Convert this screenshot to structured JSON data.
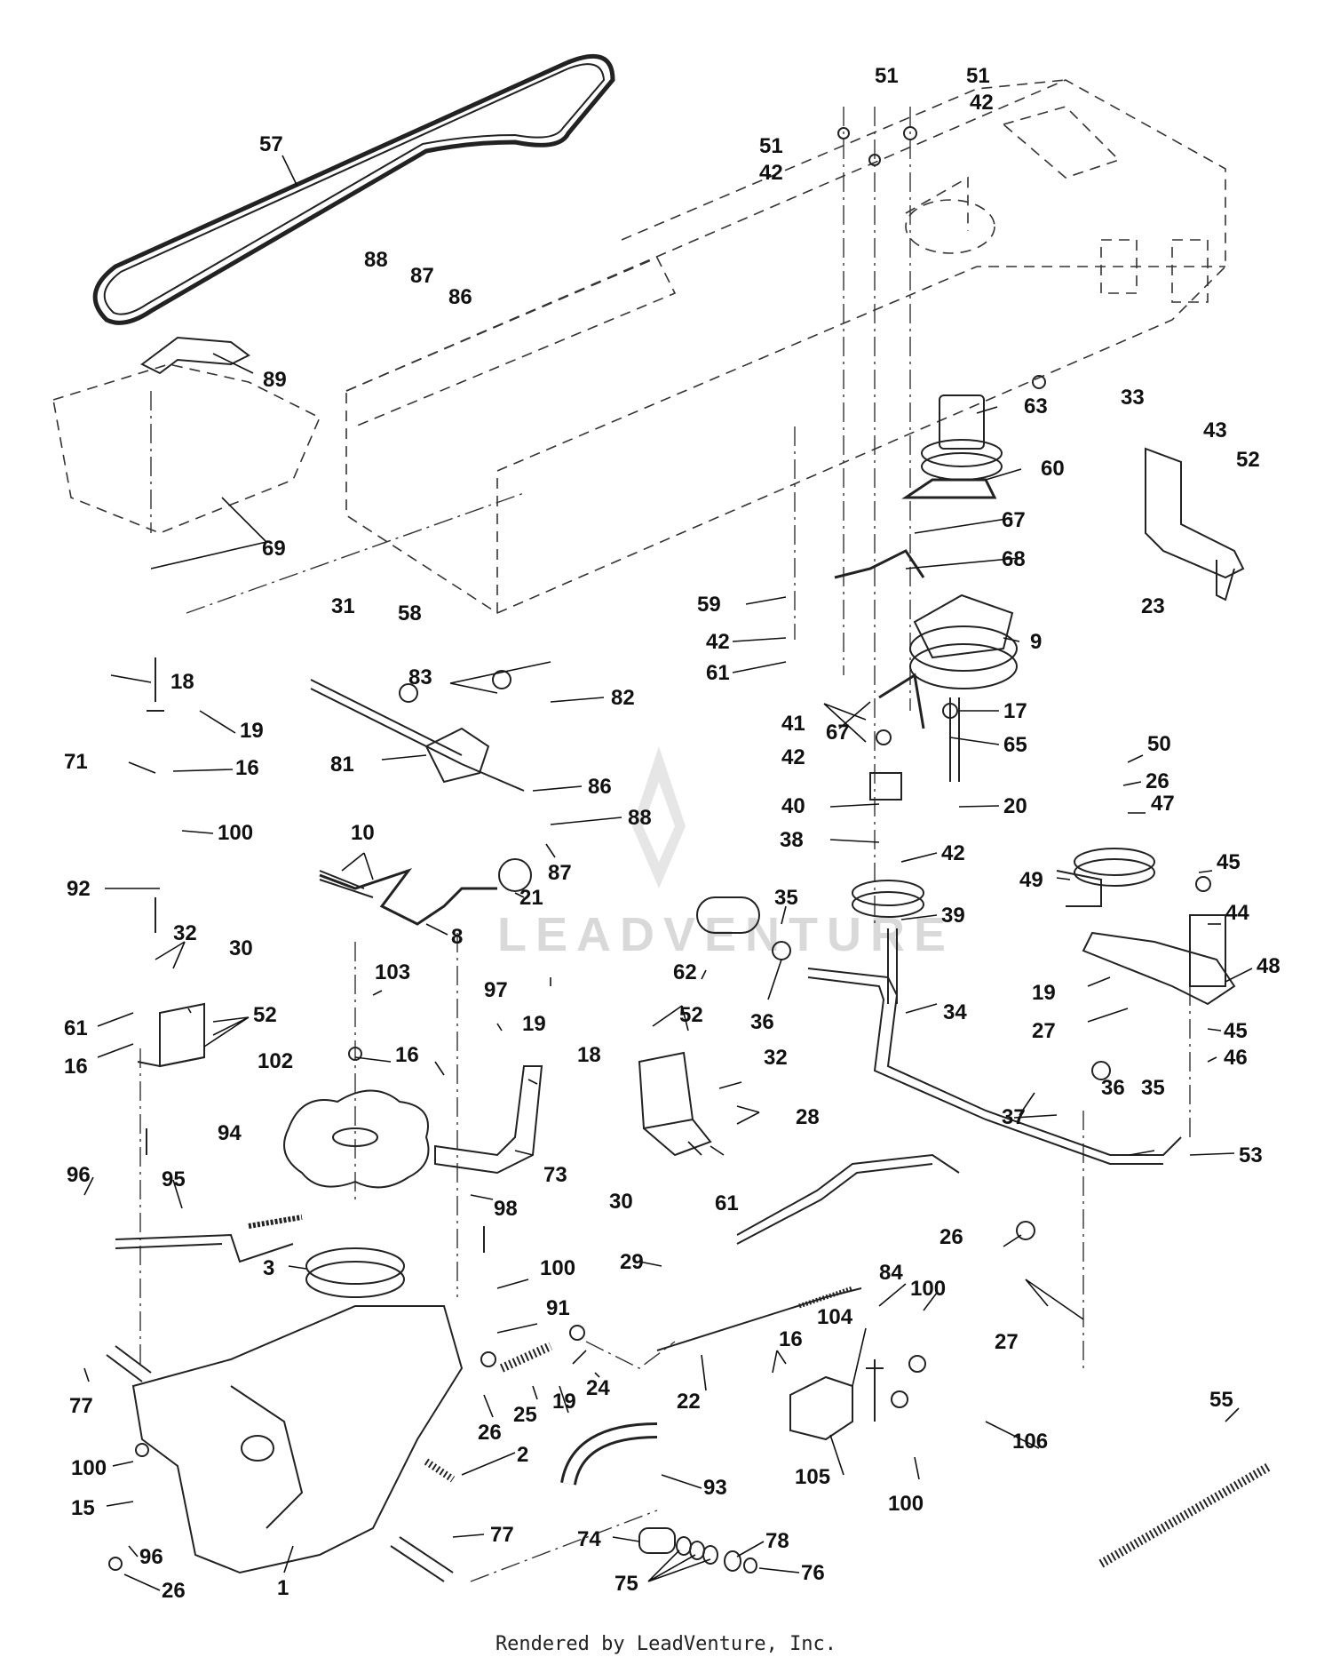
{
  "diagram": {
    "watermark": "LEADVENTURE",
    "footer": "Rendered by LeadVenture, Inc."
  },
  "callouts": [
    "57",
    "89",
    "88",
    "87",
    "86",
    "69",
    "31",
    "58",
    "51",
    "51",
    "51",
    "42",
    "42",
    "63",
    "60",
    "67",
    "68",
    "59",
    "42",
    "61",
    "67",
    "9",
    "33",
    "43",
    "52",
    "23",
    "18",
    "19",
    "71",
    "16",
    "100",
    "92",
    "83",
    "82",
    "81",
    "86",
    "88",
    "87",
    "10",
    "21",
    "8",
    "41",
    "42",
    "40",
    "38",
    "17",
    "65",
    "20",
    "42",
    "39",
    "50",
    "26",
    "47",
    "49",
    "45",
    "44",
    "48",
    "19",
    "27",
    "45",
    "46",
    "32",
    "30",
    "52",
    "61",
    "16",
    "103",
    "102",
    "94",
    "97",
    "19",
    "18",
    "16",
    "73",
    "98",
    "62",
    "35",
    "36",
    "34",
    "52",
    "32",
    "30",
    "61",
    "37",
    "36",
    "35",
    "28",
    "53",
    "96",
    "95",
    "3",
    "100",
    "91",
    "77",
    "26",
    "25",
    "19",
    "24",
    "22",
    "26",
    "27",
    "29",
    "100",
    "15",
    "96",
    "26",
    "1",
    "77",
    "2",
    "93",
    "74",
    "75",
    "78",
    "76",
    "16",
    "104",
    "84",
    "100",
    "105",
    "106",
    "100",
    "55"
  ]
}
